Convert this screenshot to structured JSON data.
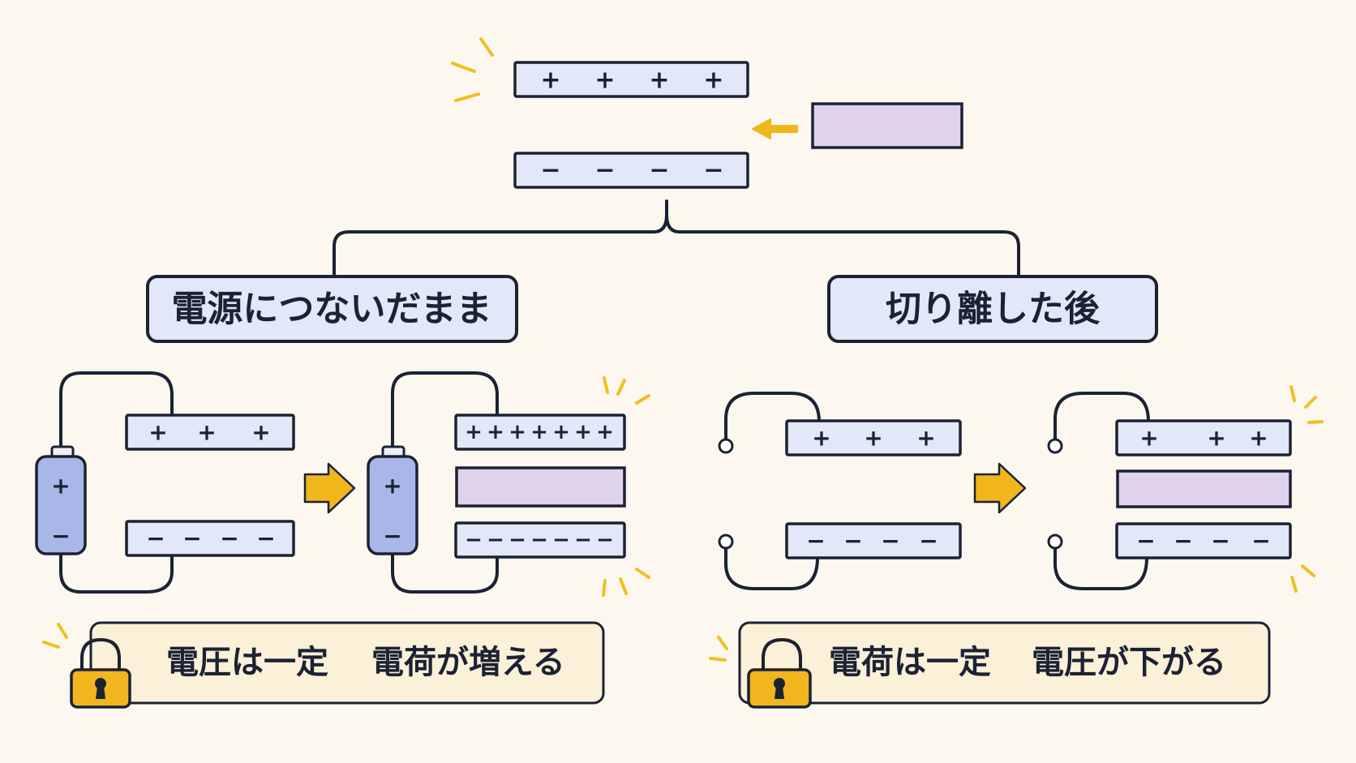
{
  "branch_left": {
    "label": "電源につないだまま"
  },
  "branch_right": {
    "label": "切り離した後"
  },
  "top_capacitor": {
    "top_plate_signs": [
      "+",
      "+",
      "+",
      "+"
    ],
    "bottom_plate_signs": [
      "−",
      "−",
      "−",
      "−"
    ]
  },
  "left_before": {
    "top_plate_signs": [
      "+",
      "+",
      "+"
    ],
    "bottom_plate_signs": [
      "−",
      "−",
      "−",
      "−"
    ],
    "battery_plus": "+",
    "battery_minus": "−"
  },
  "left_after": {
    "top_plate_signs": [
      "+",
      "+",
      "+",
      "+",
      "+",
      "+",
      "+"
    ],
    "bottom_plate_signs": [
      "−",
      "−",
      "−",
      "−",
      "−",
      "−",
      "−"
    ],
    "battery_plus": "+",
    "battery_minus": "−"
  },
  "right_before": {
    "top_plate_signs": [
      "+",
      "+",
      "+"
    ],
    "bottom_plate_signs": [
      "−",
      "−",
      "−",
      "−"
    ]
  },
  "right_after": {
    "top_plate_signs": [
      "+",
      "+",
      "+"
    ],
    "bottom_plate_signs": [
      "−",
      "−",
      "−",
      "−"
    ]
  },
  "note_left": {
    "text_a": "電圧は一定",
    "text_b": "電荷が増える"
  },
  "note_right": {
    "text_a": "電荷は一定",
    "text_b": "電圧が下がる"
  },
  "colors": {
    "background": "#fcf8f0",
    "plate": "#e3e8f8",
    "dielectric": "#ded2ec",
    "accent": "#f0b61c",
    "battery": "#a9b7e8",
    "outline": "#1b2233"
  },
  "icons": [
    "arrow-left-icon",
    "arrow-right-icon",
    "battery-icon",
    "lock-icon",
    "spark-icon"
  ]
}
